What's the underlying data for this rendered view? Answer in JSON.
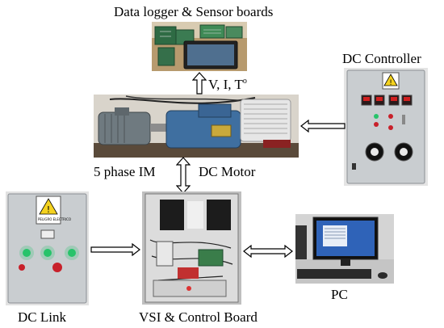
{
  "labels": {
    "data_logger": "Data logger & Sensor boards",
    "dc_controller": "DC Controller",
    "measurements": "V, I, T",
    "measurements_sup": "o",
    "five_phase_im": "5 phase IM",
    "dc_motor": "DC Motor",
    "dc_link": "DC Link",
    "vsi_control": "VSI & Control Board",
    "pc": "PC"
  },
  "panel_text": {
    "warning_caption": "PELIGRO ELECTRICO"
  },
  "icons": [
    "warning-icon",
    "arrow-up-icon",
    "arrow-left-icon",
    "arrow-double-vertical-icon",
    "arrow-right-icon",
    "arrow-double-horizontal-icon"
  ],
  "colors": {
    "panel_gray": "#c9cdd0",
    "panel_edge": "#8a8f94",
    "warning_yellow": "#f4d21f",
    "indicator_green": "#27c36a",
    "button_red": "#c8202a",
    "motor_blue": "#3f6fa0",
    "im_gray": "#6f7a80",
    "board_green": "#3a7d4a",
    "monitor_blue": "#2f63b8"
  }
}
